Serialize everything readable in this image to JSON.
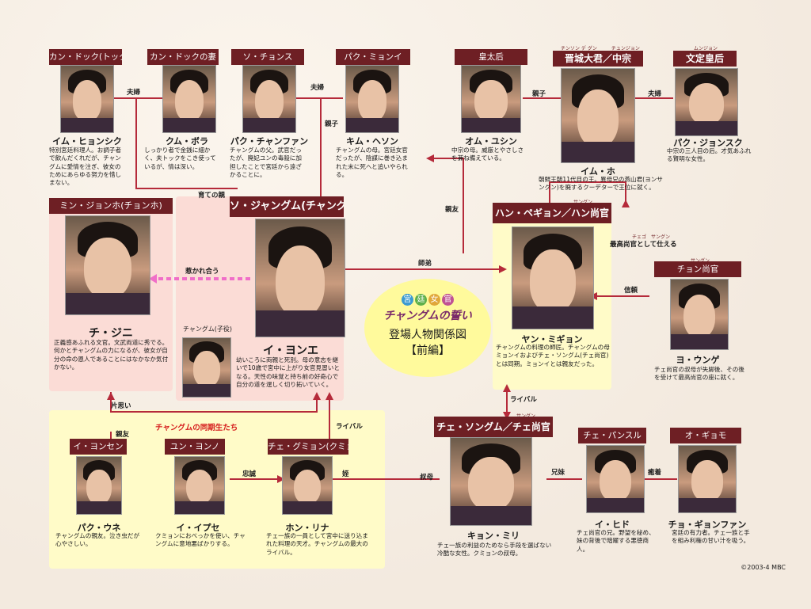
{
  "title": {
    "badges": [
      "宮",
      "廷",
      "女",
      "官"
    ],
    "subtitle": "チャングムの誓い",
    "line1": "登場人物関係図",
    "line2": "【前編】"
  },
  "copyright": "©2003-4 MBC",
  "colors": {
    "header": "#6e1f24",
    "line": "#b52a3a",
    "dotted": "#f06ec8",
    "pink_panel": "#fbdcd6",
    "yellow_panel": "#fffbc8"
  },
  "people": {
    "kandok": {
      "role": "カン・ドック(トック)",
      "name": "イム・ヒョンシク",
      "desc": "特別宮廷料理人。お調子者で飲んだくれだが、チャングムに愛情を注ぎ、彼女のためにあらゆる努力を惜しまない。"
    },
    "kandok_wife": {
      "role": "カン・ドックの妻",
      "name": "クム・ボラ",
      "desc": "しっかり者で金銭に細かく、夫トックをこき使っているが、情は深い。"
    },
    "sochonsu": {
      "role": "ソ・チョンス",
      "name": "パク・チャンファン",
      "desc": "チャングムの父。武官だったが、廃妃ユンの毒殺に加担したことで宮廷から遠ざかることに。"
    },
    "pakmyoni": {
      "role": "パク・ミョンイ",
      "name": "キム・ヘソン",
      "desc": "チャングムの母。宮廷女官だったが、陰謀に巻き込まれた末に死へと追いやられる。"
    },
    "kotaigo": {
      "role": "皇太后",
      "name": "オム・ユシン",
      "desc": "中宗の母。威厳とやさしさを兼ね備えている。"
    },
    "chujong": {
      "role": "晋城大君／中宗",
      "ruby": "チンソン デ グン　　　チュンジョン",
      "name": "イム・ホ",
      "desc": "朝鮮王朝11代目の王。異母兄の燕山君(ヨンサングン)を廃するクーデターで王位に就く。"
    },
    "bunjo": {
      "role": "文定皇后",
      "ruby": "ムンジョン",
      "name": "パク・ジョンスク",
      "desc": "中宗の三人目の后。才気あふれる賢明な女性。"
    },
    "minjongho": {
      "role": "ミン・ジョンホ(チョンホ)",
      "name": "チ・ジニ",
      "desc": "正義感あふれる文官。文武両道に秀でる。何かとチャングムの力になるが、彼女が自分の命の恩人であることにはなかなか気付かない。"
    },
    "jangum": {
      "role": "ソ・ジャングム(チャングム)",
      "name": "イ・ヨンエ",
      "desc": "幼いころに両親と死別。母の意志を継いで10歳で宮中に上がり女官見習いとなる。天性の味覚と持ち前の好奇心で自分の道を逞しく切り拓いていく。"
    },
    "jangum_child": {
      "role": "チャングム(子役)"
    },
    "hansanggung": {
      "role": "ハン・ペギョン／ハン尚官",
      "ruby": "サングン",
      "name": "ヤン・ミギョン",
      "desc": "チャングムの料理の師匠。チャングムの母ミョンイおよびチェ・ソングム(チェ尚官)とは同期。ミョンイとは親友だった。"
    },
    "jeongsanggung": {
      "role": "チョン尚官",
      "ruby": "サングン",
      "name": "ヨ・ウンゲ",
      "desc": "チェ尚官の叔母が失脚後、その後を受けて最高尚官の座に就く。"
    },
    "yeonsen": {
      "role": "イ・ヨンセン",
      "name": "パク・ウネ",
      "desc": "チャングムの親友。泣き虫だが心やさしい。"
    },
    "yunyoni": {
      "role": "ユン・ヨンノ",
      "name": "イ・イプセ",
      "desc": "クミョンにおべっかを使い、チャングムに意地悪ばかりする。"
    },
    "kumyon": {
      "role": "チェ・グミョン(クミョン)",
      "name": "ホン・リナ",
      "desc": "チェ一族の一員として宮中に送り込まれた料理の天才。チャングムの最大のライバル。"
    },
    "chesanggung": {
      "role": "チェ・ソングム／チェ尚官",
      "ruby": "サングン",
      "name": "キョン・ミリ",
      "desc": "チェ一族の利益のためなら手段を選ばない冷酷な女性。クミョンの叔母。"
    },
    "chepansul": {
      "role": "チェ・パンスル",
      "name": "イ・ヒド",
      "desc": "チェ尚官の兄。野望を秘め、妹の背後で暗躍する悪徳商人。"
    },
    "ogyomo": {
      "role": "オ・ギョモ",
      "name": "チョ・ギョンファン",
      "desc": "宮廷の有力者。チェ一族と手を組み利権の甘い汁を吸う。"
    }
  },
  "relations": {
    "fufu1": "夫婦",
    "fufu2": "夫婦",
    "fufu3": "夫婦",
    "oyako1": "親子",
    "oyako2": "親子",
    "sodate": "育ての親",
    "shinyu_top": "親友",
    "shitei": "師弟",
    "hikare": "惹かれ合う",
    "saiko_ruby": "チェゴ　サングン",
    "saiko": "最高尚官として仕える",
    "shinrai": "信頼",
    "rival1": "ライバル",
    "rival2": "ライバル",
    "kataomoi": "片思い",
    "doki": "チャングムの同期生たち",
    "shinyu_bottom": "親友",
    "chusei": "忠誠",
    "mei": "姪",
    "oba": "叔母",
    "kyomai": "兄妹",
    "yuchaku": "癒着"
  }
}
